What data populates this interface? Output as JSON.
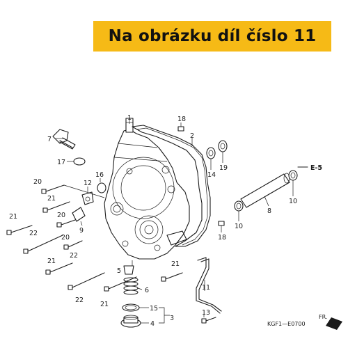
{
  "banner": {
    "text": "Na obrázku díl číslo 11",
    "color": "#f6ba16"
  },
  "diagram": {
    "code": "KGF1—E0700",
    "ref": "E-5",
    "fr": "FR.",
    "callouts": {
      "p1": "1",
      "p2": "2",
      "p3": "3",
      "p4": "4",
      "p5": "5",
      "p6": "6",
      "p7": "7",
      "p8": "8",
      "p9": "9",
      "p10a": "10",
      "p10b": "10",
      "p11": "11",
      "p12": "12",
      "p13": "13",
      "p14": "14",
      "p15": "15",
      "p16": "16",
      "p17": "17",
      "p18a": "18",
      "p18b": "18",
      "p19": "19",
      "p20a": "20",
      "p20b": "20",
      "p20c": "20",
      "p21a": "21",
      "p21b": "21",
      "p21c": "21",
      "p21d": "21",
      "p21e": "21",
      "p22a": "22",
      "p22b": "22",
      "p22c": "22"
    }
  }
}
